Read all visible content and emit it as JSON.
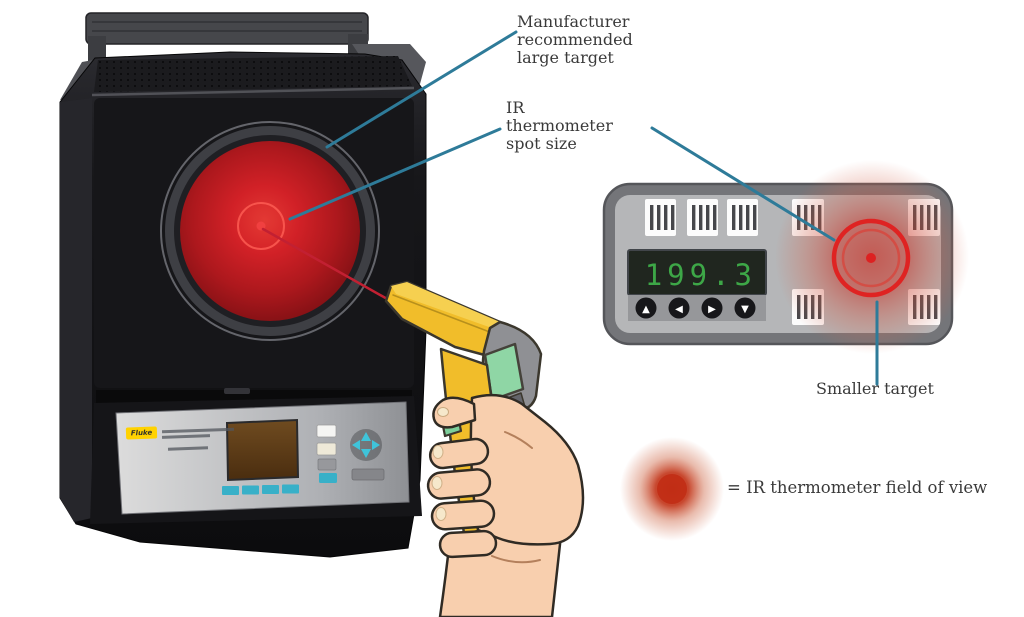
{
  "callouts": {
    "large_target": "Manufacturer recommended large target",
    "spot_size": "IR thermometer spot size",
    "smaller_target": "Smaller target"
  },
  "legend": {
    "text": "= IR thermometer field of view"
  },
  "calibrator": {
    "brand": "Fluke"
  },
  "controller": {
    "display_value": "199.3",
    "buttons": [
      {
        "name": "up-arrow-button",
        "glyph": "▲"
      },
      {
        "name": "left-arrow-button",
        "glyph": "◀"
      },
      {
        "name": "right-arrow-button",
        "glyph": "▶"
      },
      {
        "name": "down-arrow-button",
        "glyph": "▼"
      }
    ]
  },
  "colors": {
    "leader_line": "#2e7b99",
    "laser_red": "#c22032",
    "target_red": "#d22127",
    "display_green": "#3fae4a",
    "fluke_yellow": "#ffd200",
    "thermometer_yellow": "#f1bd2a"
  }
}
